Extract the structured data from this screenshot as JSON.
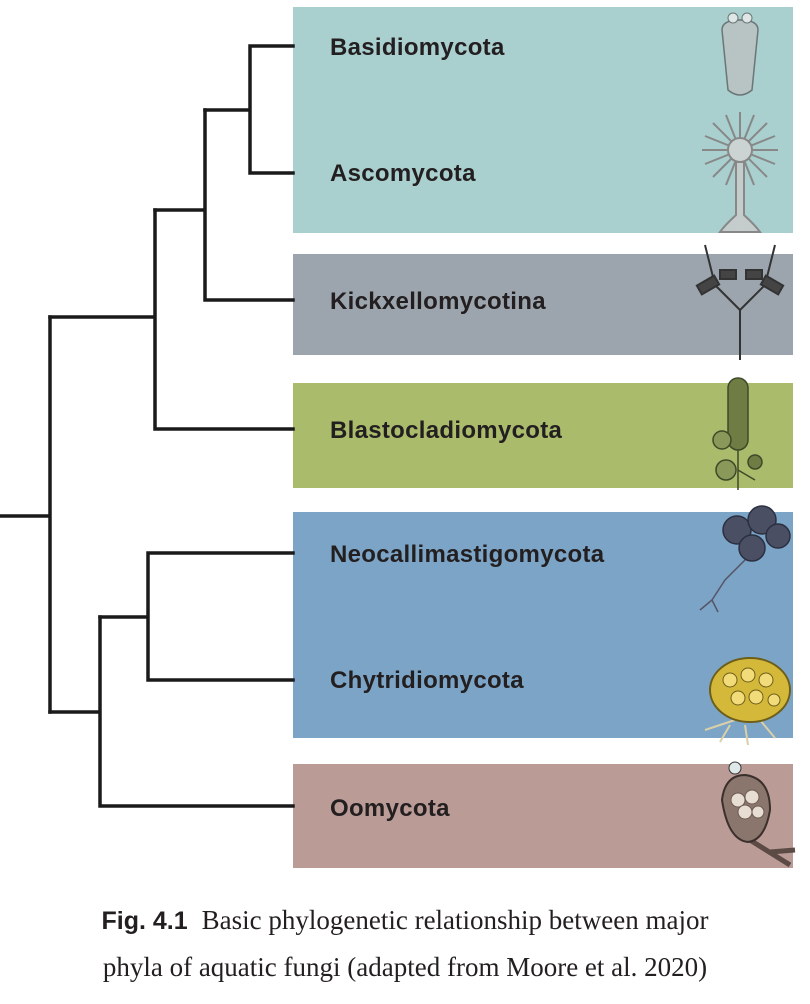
{
  "groups": [
    {
      "taxa": [
        "Basidiomycota",
        "Ascomycota"
      ],
      "color": "#a9cfcf"
    },
    {
      "taxa": [
        "Kickxellomycotina"
      ],
      "color": "#9ca5ad"
    },
    {
      "taxa": [
        "Blastocladiomycota"
      ],
      "color": "#aabb6c"
    },
    {
      "taxa": [
        "Neocallimastigomycota",
        "Chytridiomycota"
      ],
      "color": "#7ba4c7"
    },
    {
      "taxa": [
        "Oomycota"
      ],
      "color": "#ba9b96"
    }
  ],
  "caption": {
    "fig_label": "Fig. 4.1",
    "line1": "Basic phylogenetic relationship between major",
    "line2": "phyla of aquatic fungi (adapted from Moore et al. 2020)"
  }
}
